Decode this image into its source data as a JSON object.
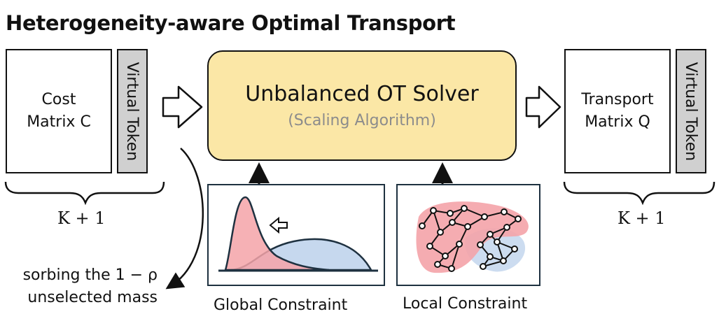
{
  "title": "Heterogeneity-aware Optimal Transport",
  "cost_matrix": {
    "line1": "Cost",
    "line2": "Matrix C"
  },
  "virtual_token_label": "Virtual Token",
  "solver": {
    "title": "Unbalanced OT Solver",
    "subtitle": "(Scaling Algorithm)"
  },
  "transport_matrix": {
    "line1": "Transport",
    "line2": "Matrix Q"
  },
  "left_dimension": "K + 1",
  "right_dimension": "K + 1",
  "absorb_note": {
    "line1": "sorbing the 1 − ρ",
    "line2": "unselected mass"
  },
  "global_constraint_label": "Global Constraint",
  "local_constraint_label": "Local Constraint",
  "colors": {
    "solver_fill": "#fbe7a6",
    "virtual_token_fill": "#d0d0d0",
    "red_region": "#f4a3a8",
    "blue_region": "#c6d8ee"
  }
}
